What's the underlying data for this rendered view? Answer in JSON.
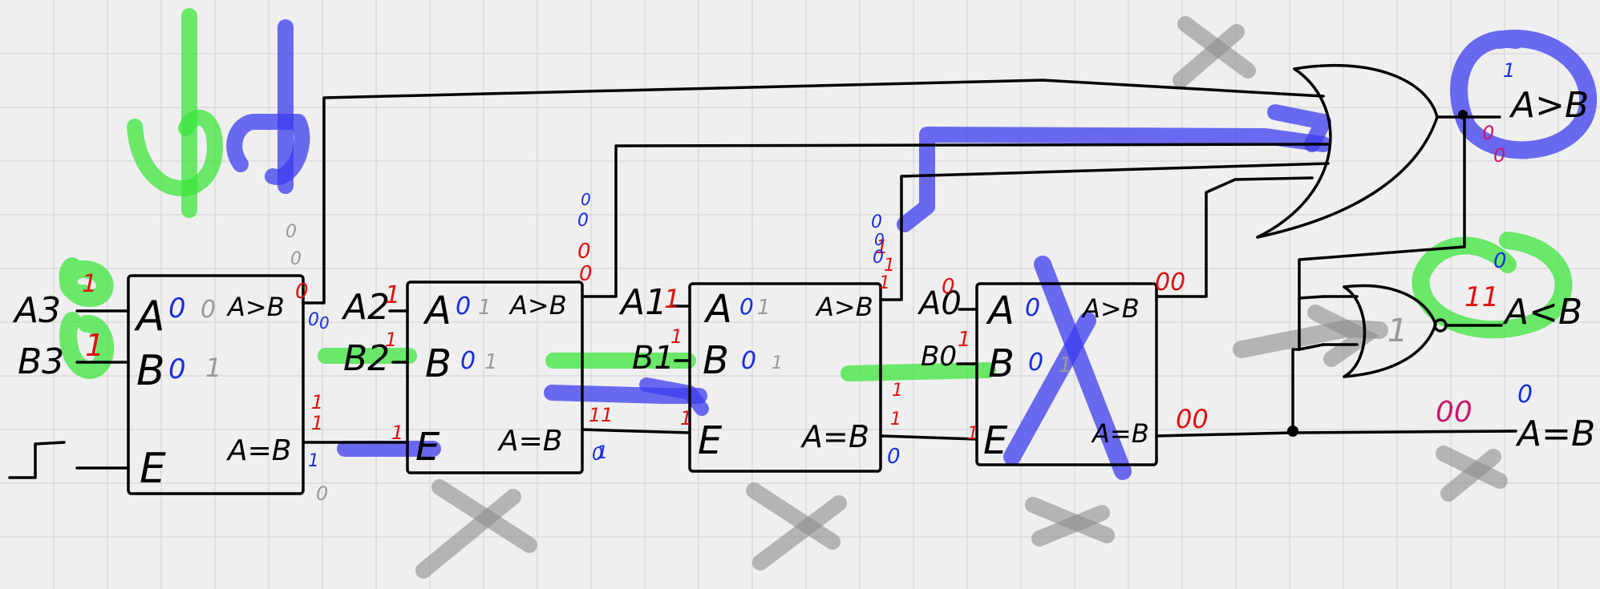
{
  "comparators": [
    {
      "a": "A3",
      "b": "B3",
      "port_a": "A",
      "port_b": "B",
      "port_e": "E",
      "gt": "A>B",
      "eq": "A=B"
    },
    {
      "a": "A2",
      "b": "B2",
      "port_a": "A",
      "port_b": "B",
      "port_e": "E",
      "gt": "A>B",
      "eq": "A=B"
    },
    {
      "a": "A1",
      "b": "B1",
      "port_a": "A",
      "port_b": "B",
      "port_e": "E",
      "gt": "A>B",
      "eq": "A=B"
    },
    {
      "a": "A0",
      "b": "B0",
      "port_a": "A",
      "port_b": "B",
      "port_e": "E",
      "gt": "A>B",
      "eq": "A=B"
    }
  ],
  "outputs": {
    "gt": "A>B",
    "lt": "A<B",
    "eq": "A=B"
  },
  "annotations": {
    "red": [
      "1",
      "1",
      "1",
      "1",
      "1",
      "1",
      "0",
      "1",
      "1",
      "1",
      "1",
      "11",
      "1",
      "1",
      "1",
      "0",
      "1",
      "1",
      "1",
      "1",
      "0",
      "0",
      "00",
      "00",
      "11",
      "00",
      "0",
      "0"
    ],
    "blue": [
      "0",
      "0",
      "0",
      "0",
      "0",
      "0",
      "0",
      "0",
      "1",
      "0",
      "0",
      "0",
      "0",
      "0",
      "0",
      "0",
      "0",
      "1",
      "0",
      "0",
      "1",
      "0"
    ],
    "grey": [
      "0",
      "1",
      "1",
      "1",
      "1",
      "1",
      "1",
      "1",
      "0",
      "0",
      "0"
    ]
  },
  "colors": {
    "ink": "#000000",
    "blue_marker": "#3c3cf0",
    "green_marker": "#3ce63c",
    "grey_marker": "#8c8c8c",
    "red_ink": "#e01010",
    "blue_ink": "#1a2ee0",
    "background": "#efefef",
    "grid": "#d2d2d2"
  }
}
